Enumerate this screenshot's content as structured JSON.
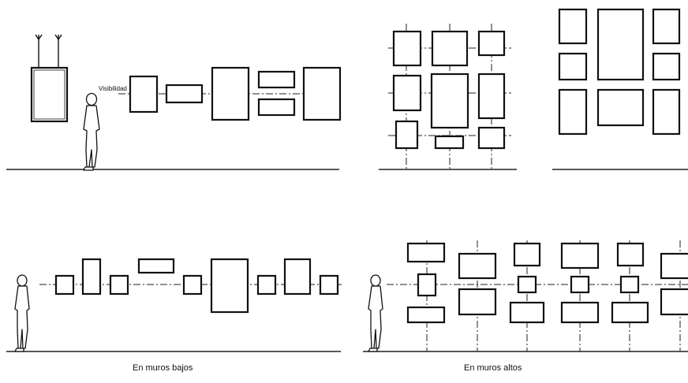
{
  "labels": {
    "visibility": "Visibilidad",
    "low_walls_caption": "En muros bajos",
    "high_walls_caption": "En muros altos"
  },
  "colors": {
    "line": "#111111",
    "background": "#ffffff"
  }
}
